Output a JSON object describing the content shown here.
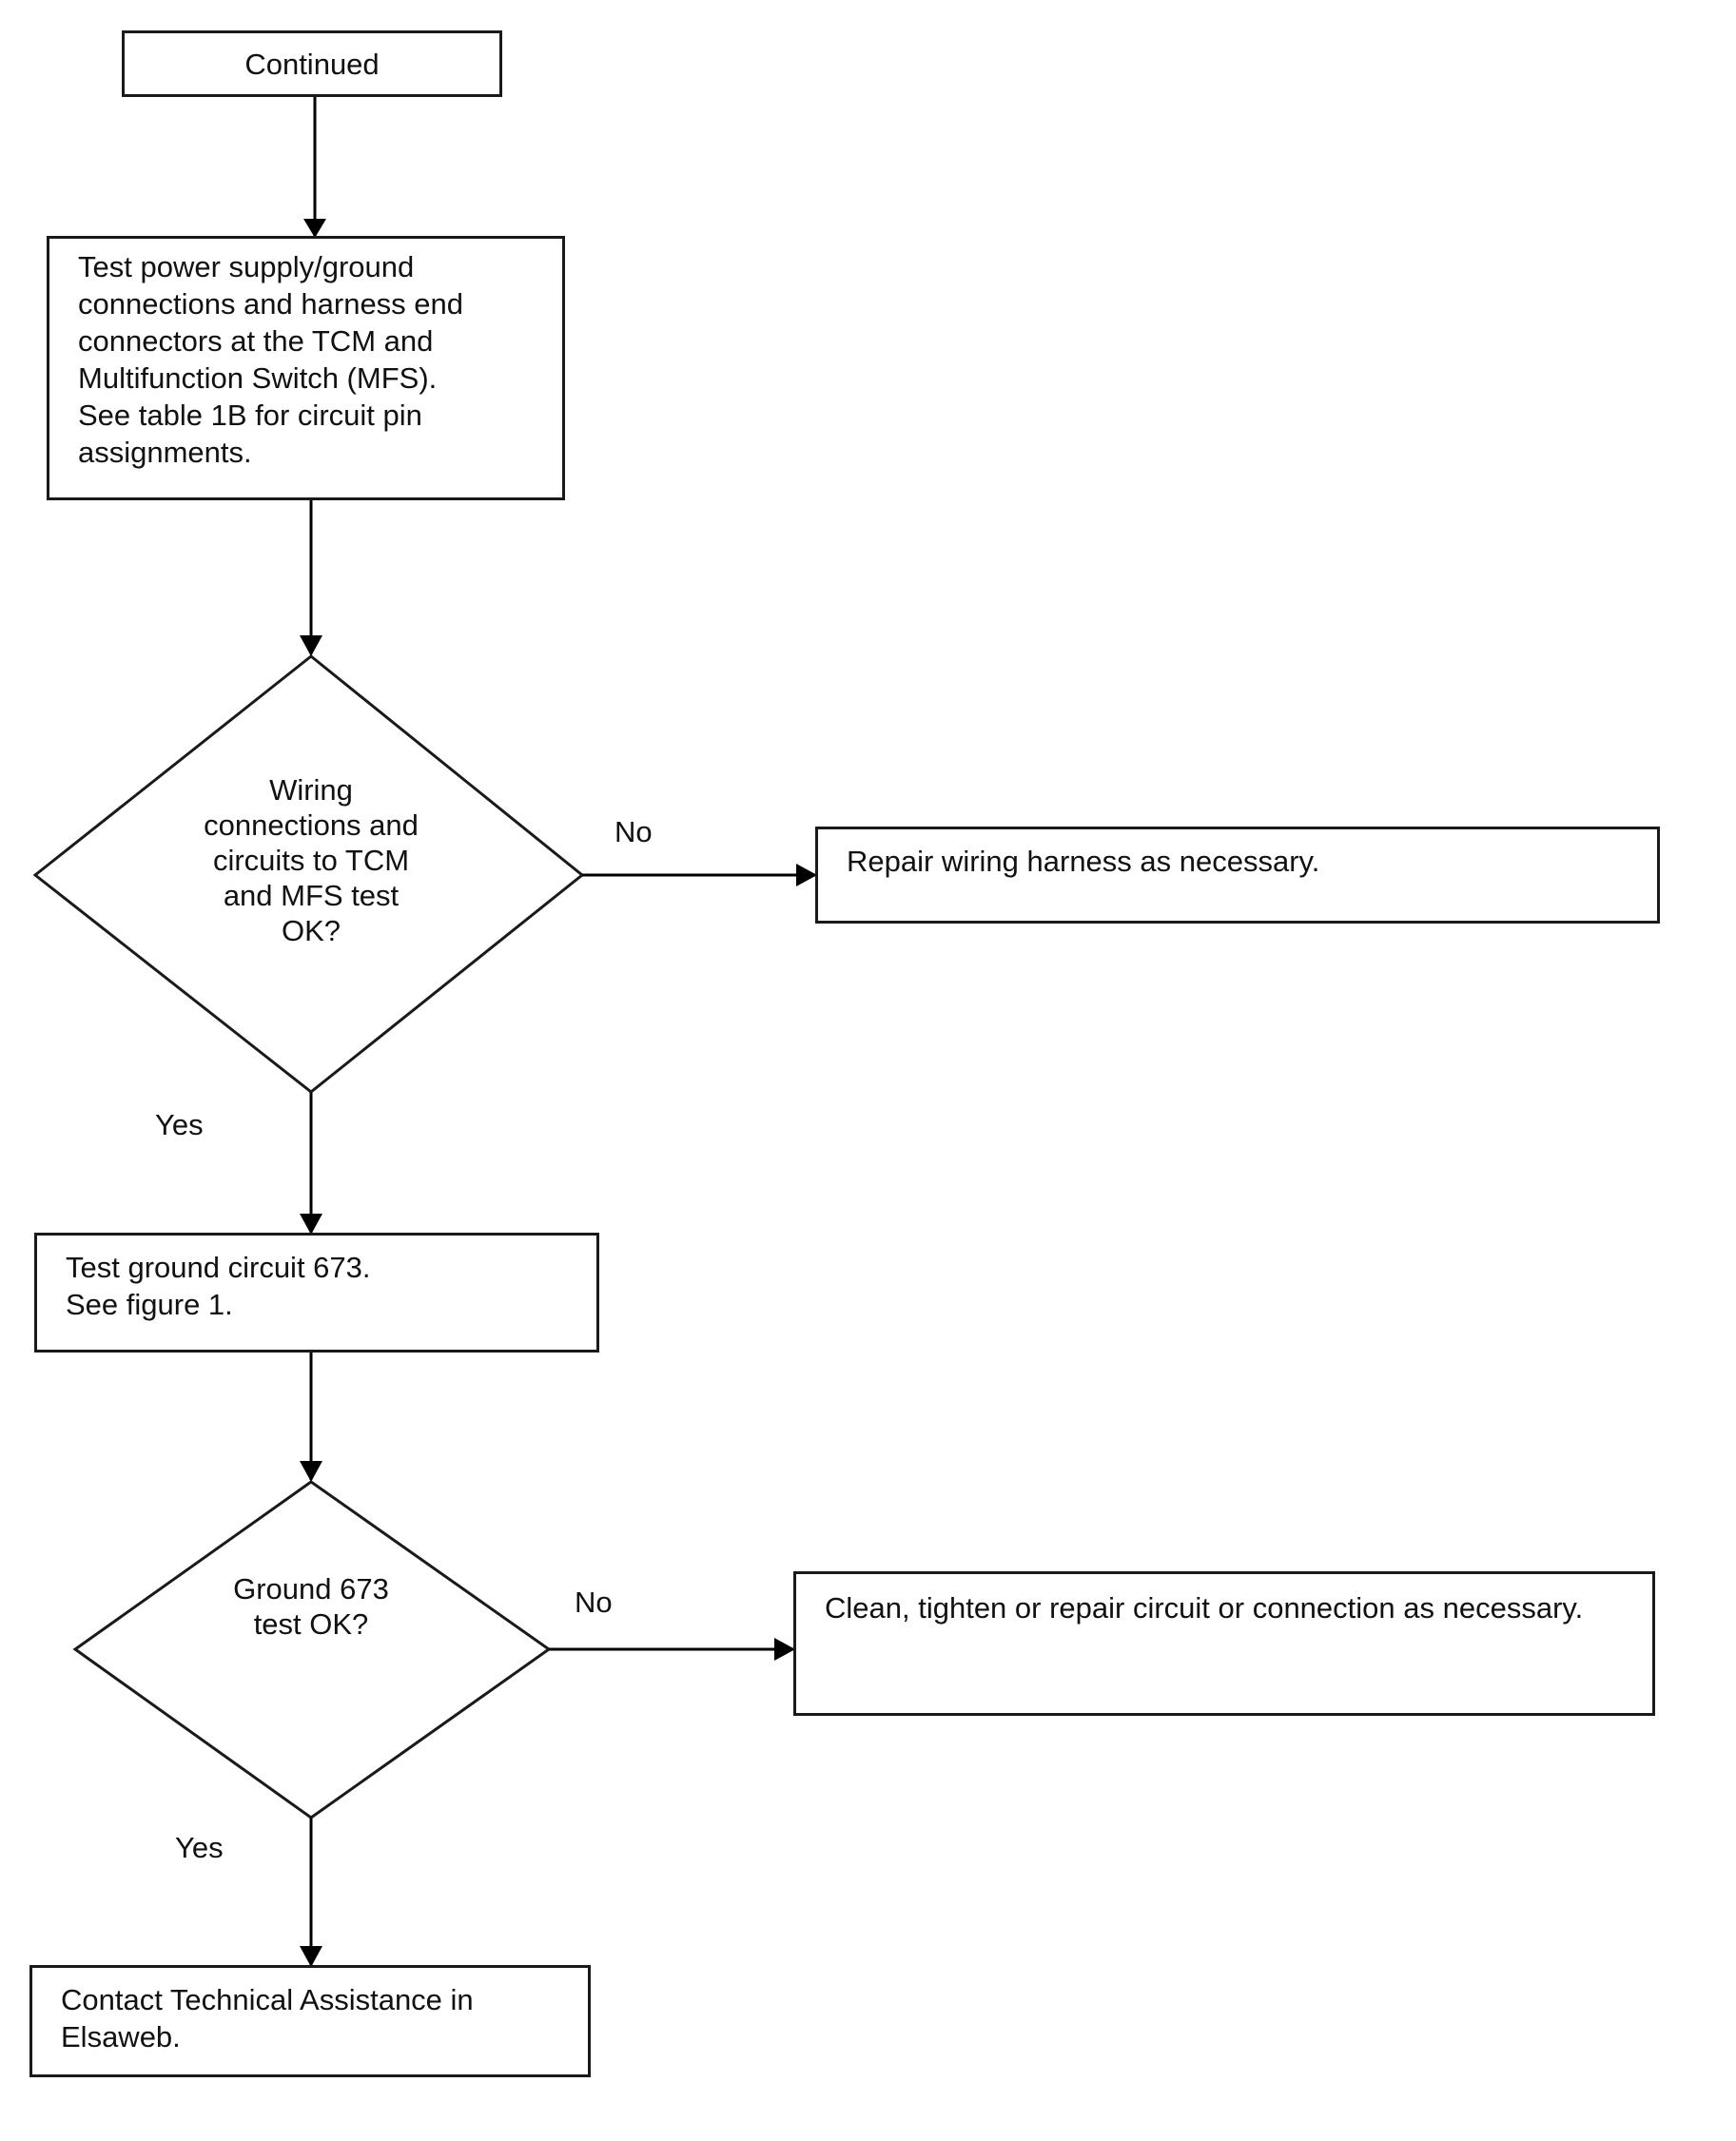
{
  "flowchart": {
    "start": "Continued",
    "step_power": "Test power supply/ground\nconnections and harness end\nconnectors at the TCM and\nMultifunction Switch (MFS).\nSee table 1B for circuit pin\nassignments.",
    "decision_wiring": "Wiring\nconnections and\ncircuits to TCM\nand MFS test\nOK?",
    "action_repair_wiring": "Repair wiring harness as necessary.",
    "step_ground": "Test ground circuit 673.\nSee figure 1.",
    "decision_ground": "Ground 673\ntest OK?",
    "action_clean": "Clean, tighten or repair circuit or connection as necessary.",
    "end": "Contact Technical Assistance in\nElsaweb.",
    "labels": {
      "no_1": "No",
      "yes_1": "Yes",
      "no_2": "No",
      "yes_2": "Yes"
    }
  }
}
